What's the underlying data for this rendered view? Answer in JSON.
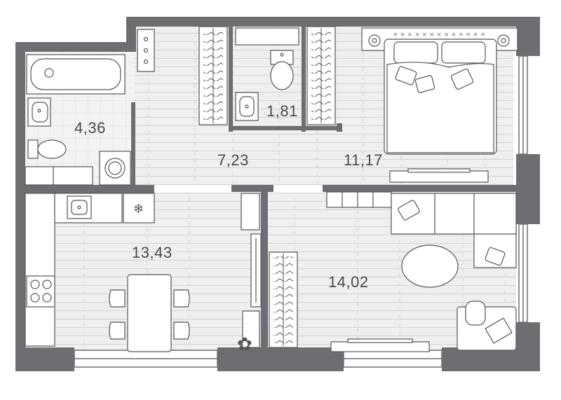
{
  "rooms": {
    "bathroom": {
      "area": "4,36"
    },
    "toilet": {
      "area": "1,81"
    },
    "hallway": {
      "area": "7,23"
    },
    "bedroom": {
      "area": "11,17"
    },
    "kitchen": {
      "area": "13,43"
    },
    "living_room": {
      "area": "14,02"
    }
  },
  "colors": {
    "wall": "#6d6e71",
    "floor": "#eeeeee",
    "floor_line": "#d2d2d2",
    "furniture_fill": "#ffffff",
    "furniture_stroke": "#555555",
    "text": "#4a4a4a"
  }
}
